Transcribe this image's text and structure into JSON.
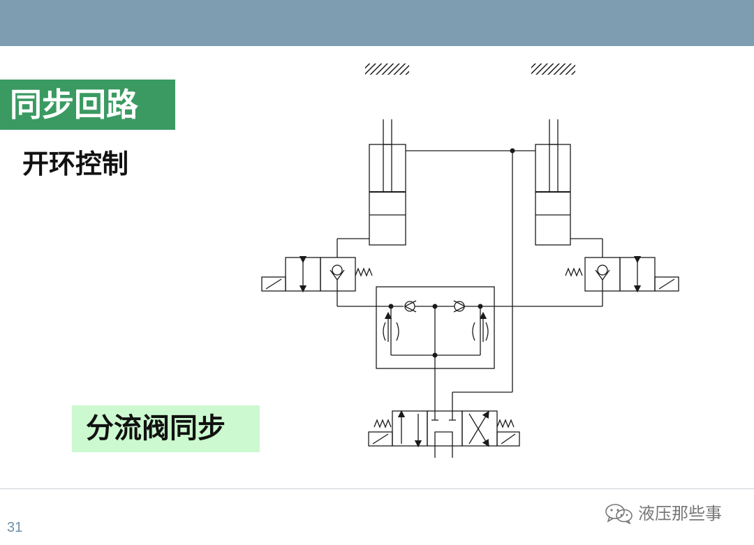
{
  "slide": {
    "title": "同步回路",
    "subtitle": "开环控制",
    "diagram_label": "分流阀同步",
    "page_number": "31",
    "watermark": "液压那些事"
  },
  "colors": {
    "header_band": "#7f9db0",
    "title_background": "#3a9a62",
    "label_background": "#ccf9cf",
    "line": "#1a1a1a"
  },
  "icons": [
    "wechat-icon",
    "hatch-ground-symbol",
    "spring-symbol",
    "check-valve-symbol",
    "throttle-symbol",
    "solenoid-symbol"
  ]
}
